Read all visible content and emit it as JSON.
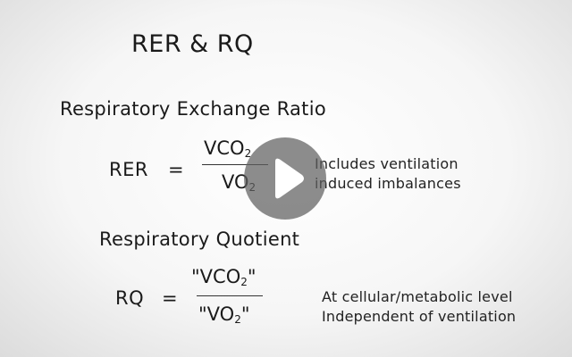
{
  "slide": {
    "title": "RER & RQ",
    "rer": {
      "heading": "Respiratory Exchange Ratio",
      "lhs": "RER",
      "equals": "=",
      "numerator": "VCO",
      "numerator_sub": "2",
      "denominator": "VO",
      "denominator_sub": "2",
      "note_line1": "Includes ventilation",
      "note_line2": "induced imbalances"
    },
    "rq": {
      "heading": "Respiratory Quotient",
      "lhs": "RQ",
      "equals": "=",
      "numerator": "\"VCO",
      "numerator_sub": "2",
      "numerator_close": "\"",
      "denominator": "\"VO",
      "denominator_sub": "2",
      "denominator_close": "\"",
      "note_line1": "At cellular/metabolic level",
      "note_line2": "Independent of ventilation"
    }
  },
  "player": {
    "play_icon": "play-icon"
  }
}
